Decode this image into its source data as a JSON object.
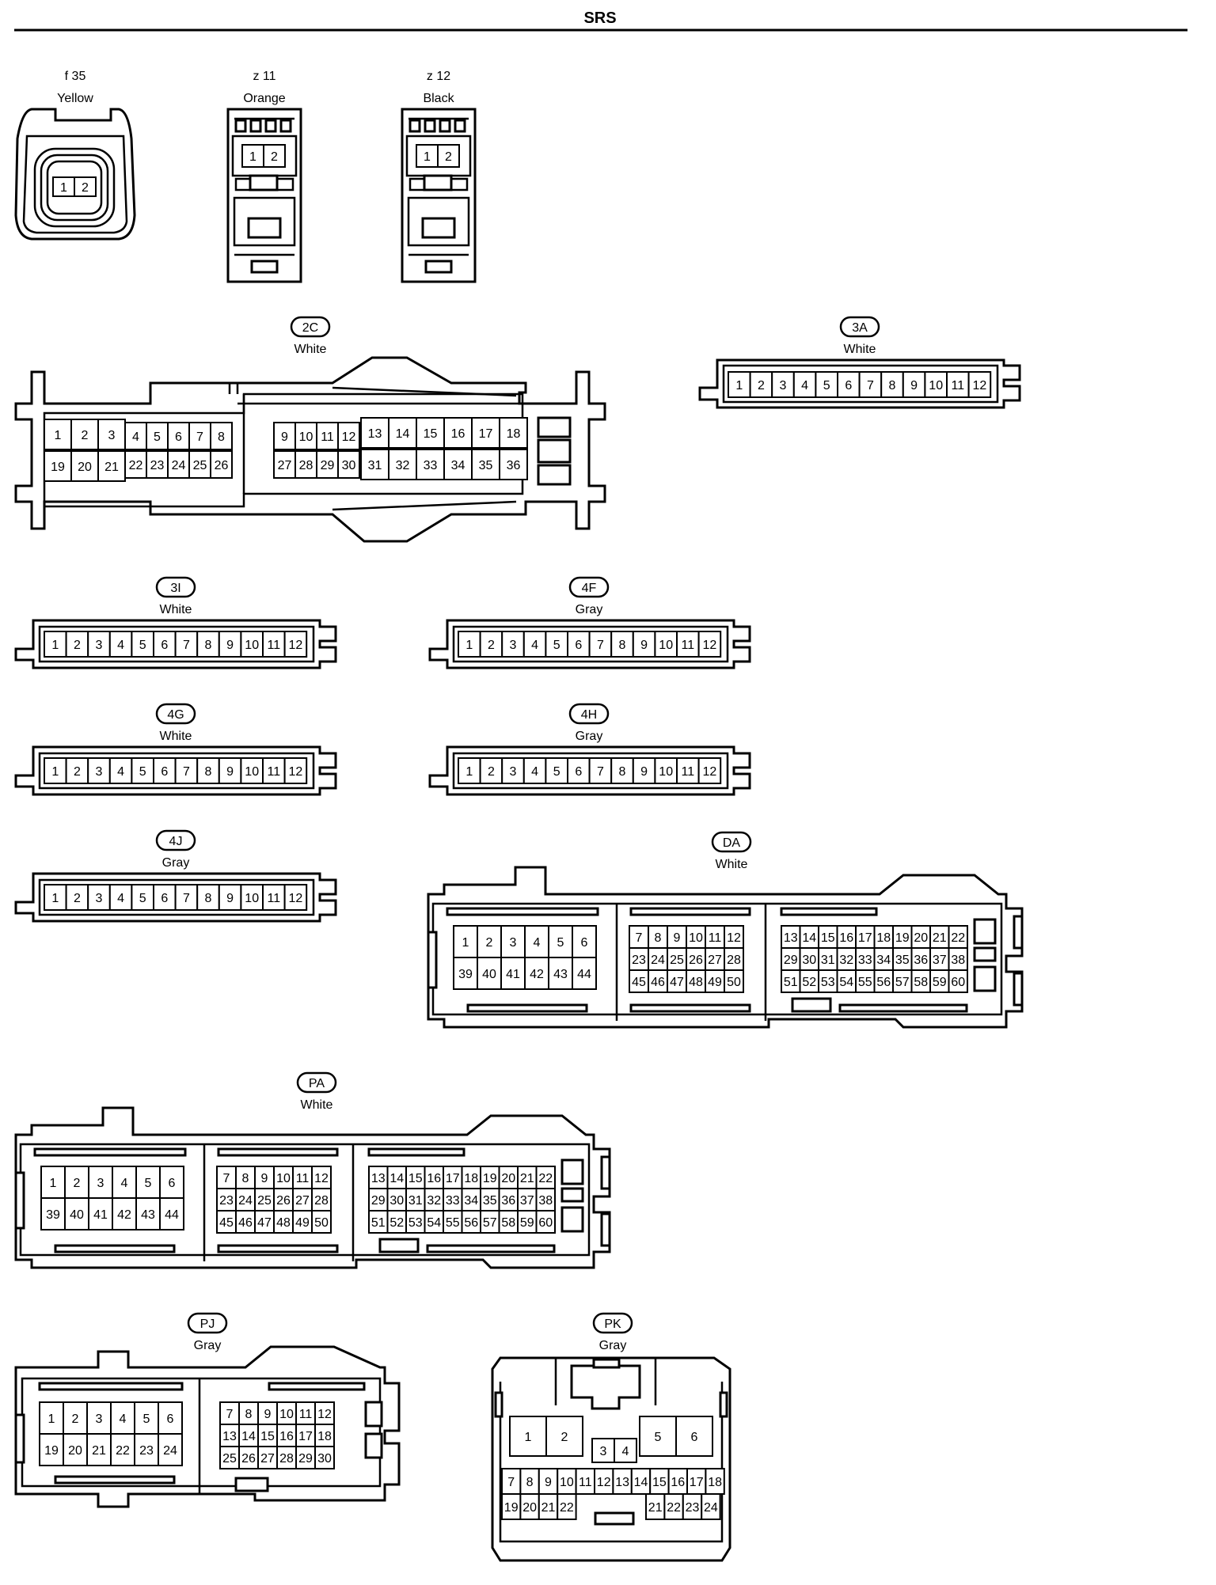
{
  "title": "SRS",
  "connectors": [
    {
      "code": "f 35",
      "color": "Yellow",
      "pins": [
        "1",
        "2"
      ]
    },
    {
      "code": "z 11",
      "color": "Orange",
      "pins": [
        "1",
        "2"
      ]
    },
    {
      "code": "z 12",
      "color": "Black",
      "pins": [
        "1",
        "2"
      ]
    },
    {
      "code": "2C",
      "color": "White",
      "pins": [
        "1",
        "2",
        "3",
        "4",
        "5",
        "6",
        "7",
        "8",
        "9",
        "10",
        "11",
        "12",
        "13",
        "14",
        "15",
        "16",
        "17",
        "18",
        "19",
        "20",
        "21",
        "22",
        "23",
        "24",
        "25",
        "26",
        "27",
        "28",
        "29",
        "30",
        "31",
        "32",
        "33",
        "34",
        "35",
        "36"
      ]
    },
    {
      "code": "3A",
      "color": "White",
      "pins": [
        "1",
        "2",
        "3",
        "4",
        "5",
        "6",
        "7",
        "8",
        "9",
        "10",
        "11",
        "12"
      ]
    },
    {
      "code": "3I",
      "color": "White",
      "pins": [
        "1",
        "2",
        "3",
        "4",
        "5",
        "6",
        "7",
        "8",
        "9",
        "10",
        "11",
        "12"
      ]
    },
    {
      "code": "4F",
      "color": "Gray",
      "pins": [
        "1",
        "2",
        "3",
        "4",
        "5",
        "6",
        "7",
        "8",
        "9",
        "10",
        "11",
        "12"
      ]
    },
    {
      "code": "4G",
      "color": "White",
      "pins": [
        "1",
        "2",
        "3",
        "4",
        "5",
        "6",
        "7",
        "8",
        "9",
        "10",
        "11",
        "12"
      ]
    },
    {
      "code": "4H",
      "color": "Gray",
      "pins": [
        "1",
        "2",
        "3",
        "4",
        "5",
        "6",
        "7",
        "8",
        "9",
        "10",
        "11",
        "12"
      ]
    },
    {
      "code": "4J",
      "color": "Gray",
      "pins": [
        "1",
        "2",
        "3",
        "4",
        "5",
        "6",
        "7",
        "8",
        "9",
        "10",
        "11",
        "12"
      ]
    },
    {
      "code": "DA",
      "color": "White",
      "pins": [
        "1",
        "2",
        "3",
        "4",
        "5",
        "6",
        "7",
        "8",
        "9",
        "10",
        "11",
        "12",
        "13",
        "14",
        "15",
        "16",
        "17",
        "18",
        "19",
        "20",
        "21",
        "22",
        "23",
        "24",
        "25",
        "26",
        "27",
        "28",
        "29",
        "30",
        "31",
        "32",
        "33",
        "34",
        "35",
        "36",
        "37",
        "38",
        "39",
        "40",
        "41",
        "42",
        "43",
        "44",
        "45",
        "46",
        "47",
        "48",
        "49",
        "50",
        "51",
        "52",
        "53",
        "54",
        "55",
        "56",
        "57",
        "58",
        "59",
        "60"
      ]
    },
    {
      "code": "PA",
      "color": "White",
      "pins": [
        "1",
        "2",
        "3",
        "4",
        "5",
        "6",
        "7",
        "8",
        "9",
        "10",
        "11",
        "12",
        "13",
        "14",
        "15",
        "16",
        "17",
        "18",
        "19",
        "20",
        "21",
        "22",
        "23",
        "24",
        "25",
        "26",
        "27",
        "28",
        "29",
        "30",
        "31",
        "32",
        "33",
        "34",
        "35",
        "36",
        "37",
        "38",
        "39",
        "40",
        "41",
        "42",
        "43",
        "44",
        "45",
        "46",
        "47",
        "48",
        "49",
        "50",
        "51",
        "52",
        "53",
        "54",
        "55",
        "56",
        "57",
        "58",
        "59",
        "60"
      ]
    },
    {
      "code": "PJ",
      "color": "Gray",
      "pins": [
        "1",
        "2",
        "3",
        "4",
        "5",
        "6",
        "7",
        "8",
        "9",
        "10",
        "11",
        "12",
        "13",
        "14",
        "15",
        "16",
        "17",
        "18",
        "19",
        "20",
        "21",
        "22",
        "23",
        "24",
        "25",
        "26",
        "27",
        "28",
        "29",
        "30"
      ]
    },
    {
      "code": "PK",
      "color": "Gray",
      "pins": [
        "1",
        "2",
        "3",
        "4",
        "5",
        "6",
        "7",
        "8",
        "9",
        "10",
        "11",
        "12",
        "13",
        "14",
        "15",
        "16",
        "17",
        "18",
        "19",
        "20",
        "21",
        "22",
        "23",
        "24"
      ]
    }
  ]
}
